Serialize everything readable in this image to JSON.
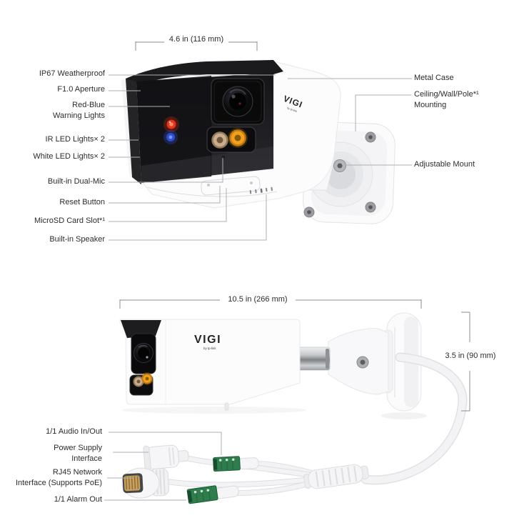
{
  "brand": {
    "logo": "VIGI",
    "logo_sub": "by tp-link"
  },
  "front_view": {
    "width_dimension": "4.6 in (116 mm)",
    "callouts_left": [
      {
        "label": "IP67 Weatherproof"
      },
      {
        "label": "F1.0 Aperture"
      },
      {
        "label": "Red-Blue\nWarning Lights"
      },
      {
        "label": "IR LED Lights× 2"
      },
      {
        "label": "White LED Lights× 2"
      },
      {
        "label": "Built-in Dual-Mic"
      },
      {
        "label": "Reset Button"
      },
      {
        "label": "MicroSD Card Slot*¹"
      },
      {
        "label": "Built-in Speaker"
      }
    ],
    "callouts_right": [
      {
        "label": "Metal Case"
      },
      {
        "label": "Ceiling/Wall/Pole*¹\nMounting"
      },
      {
        "label": "Adjustable Mount"
      }
    ]
  },
  "side_view": {
    "length_dimension": "10.5 in (266 mm)",
    "height_dimension": "3.5 in (90 mm)",
    "callouts_left": [
      {
        "label": "1/1 Audio In/Out"
      },
      {
        "label": "Power Supply\nInterface"
      },
      {
        "label": "RJ45 Network\nInterface (Supports PoE)"
      },
      {
        "label": "1/1 Alarm Out"
      }
    ]
  },
  "colors": {
    "warning_red": "#e8331a",
    "warning_blue": "#2e4fd0",
    "led_amber": "#f2a01f",
    "led_ir": "#c9ae8e",
    "terminal_green": "#2f7d4d",
    "camera_body_black": "#1a1a1d",
    "camera_body_white": "#fcfcfd",
    "callout_line_gray": "#adafb2",
    "text_dark": "#2c2c2e"
  }
}
